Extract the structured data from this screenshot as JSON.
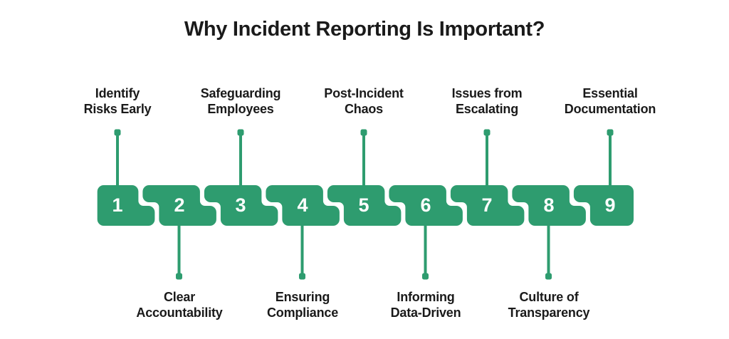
{
  "title": "Why Incident Reporting Is Important?",
  "colors": {
    "accent_green": "#2e9c6f",
    "text_dark": "#1a1a1a",
    "number_text": "#ffffff",
    "background": "#ffffff"
  },
  "steps": [
    {
      "number": "1",
      "label_line1": "Identify",
      "label_line2": "Risks Early",
      "label_position": "above"
    },
    {
      "number": "2",
      "label_line1": "Clear",
      "label_line2": "Accountability",
      "label_position": "below"
    },
    {
      "number": "3",
      "label_line1": "Safeguarding",
      "label_line2": "Employees",
      "label_position": "above"
    },
    {
      "number": "4",
      "label_line1": "Ensuring",
      "label_line2": "Compliance",
      "label_position": "below"
    },
    {
      "number": "5",
      "label_line1": "Post-Incident",
      "label_line2": "Chaos",
      "label_position": "above"
    },
    {
      "number": "6",
      "label_line1": "Informing",
      "label_line2": "Data-Driven",
      "label_position": "below"
    },
    {
      "number": "7",
      "label_line1": "Issues from",
      "label_line2": "Escalating",
      "label_position": "above"
    },
    {
      "number": "8",
      "label_line1": "Culture of",
      "label_line2": "Transparency",
      "label_position": "below"
    },
    {
      "number": "9",
      "label_line1": "Essential",
      "label_line2": "Documentation",
      "label_position": "above"
    }
  ]
}
